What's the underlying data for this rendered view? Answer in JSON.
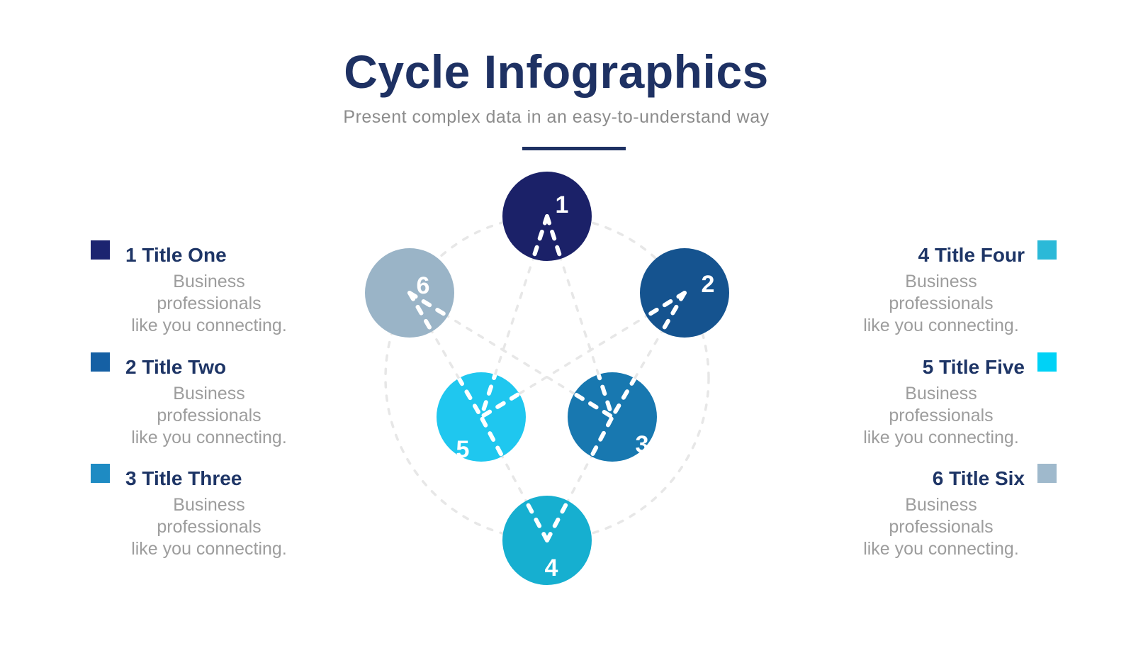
{
  "header": {
    "title": "Cycle Infographics",
    "subtitle": "Present complex data in an easy-to-understand way"
  },
  "entries": [
    {
      "title": "1 Title One",
      "desc": [
        "Business professionals",
        "like you connecting."
      ],
      "color": "#1C2470"
    },
    {
      "title": "2 Title Two",
      "desc": [
        "Business professionals",
        "like you connecting."
      ],
      "color": "#1560A4"
    },
    {
      "title": "3 Title Three",
      "desc": [
        "Business professionals",
        "like you connecting."
      ],
      "color": "#1E8BC3"
    },
    {
      "title": "4 Title Four",
      "desc": [
        "Business professionals",
        "like you connecting."
      ],
      "color": "#2BB9D8"
    },
    {
      "title": "5 Title Five",
      "desc": [
        "Business professionals",
        "like you connecting."
      ],
      "color": "#00D2F6"
    },
    {
      "title": "6 Title Six",
      "desc": [
        "Business professionals",
        "like you connecting."
      ],
      "color": "#9FB9CC"
    }
  ],
  "diagram": {
    "circles": [
      {
        "number": "1",
        "color": "#1B2168"
      },
      {
        "number": "2",
        "color": "#15538F"
      },
      {
        "number": "3",
        "color": "#1878B0"
      },
      {
        "number": "4",
        "color": "#16AFD0"
      },
      {
        "number": "5",
        "color": "#1FC7EF"
      },
      {
        "number": "6",
        "color": "#9AB4C7"
      }
    ],
    "web_color": "#E7E7E7",
    "arrow_color": "#FFFFFF"
  },
  "colors": {
    "title_navy": "#1E3163",
    "entry_title_navy": "#1E3566",
    "subtitle_gray": "#8C8C8C",
    "body_gray": "#9D9D9D"
  }
}
